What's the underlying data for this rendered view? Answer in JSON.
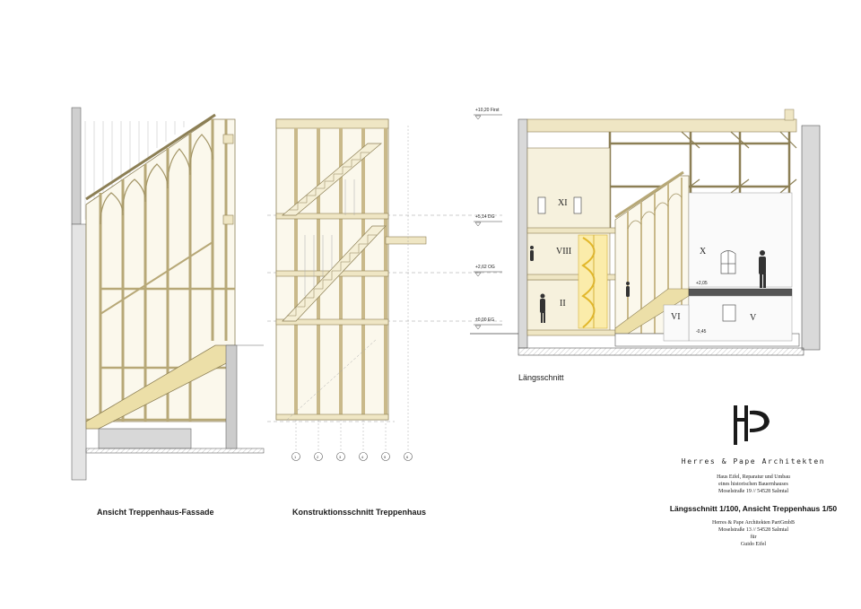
{
  "drawings": {
    "facade": {
      "caption": "Ansicht Treppenhaus-Fassade"
    },
    "construction": {
      "caption": "Konstruktionsschnitt Treppenhaus",
      "axes": [
        "1",
        "2",
        "3",
        "4",
        "5",
        "6"
      ]
    },
    "longitudinal": {
      "caption": "Längsschnitt",
      "levels": [
        {
          "label": "+10,20 First"
        },
        {
          "label": "+5,14 DG"
        },
        {
          "label": "+2,62 OG"
        },
        {
          "label": "±0,00 EG"
        },
        {
          "label": "+2,05"
        },
        {
          "label": "-0,45"
        }
      ],
      "rooms": [
        "XI",
        "VIII",
        "II",
        "X",
        "VI",
        "V"
      ]
    }
  },
  "title_block": {
    "monogram": "HP",
    "firm_name": "Herres & Pape Architekten",
    "project_line1": "Haus Eifel, Reparatur und Umbau",
    "project_line2": "eines historischen Bauernhauses",
    "project_line3": "Moselstraße 19 // 54528 Salmtal",
    "drawing_title": "Längsschnitt 1/100, Ansicht Treppenhaus 1/50",
    "office_line1": "Herres & Pape Architekten PartGmbB",
    "office_line2": "Moselstraße 13 // 54528 Salmtal",
    "office_line3": "für",
    "client": "Guido Eifel"
  },
  "colors": {
    "timber": "#efe6c4",
    "timber_stroke": "#8c7f55",
    "stair_highlight": "#f3d24a",
    "wall_gray": "#d9d9d9",
    "line": "#555555"
  }
}
